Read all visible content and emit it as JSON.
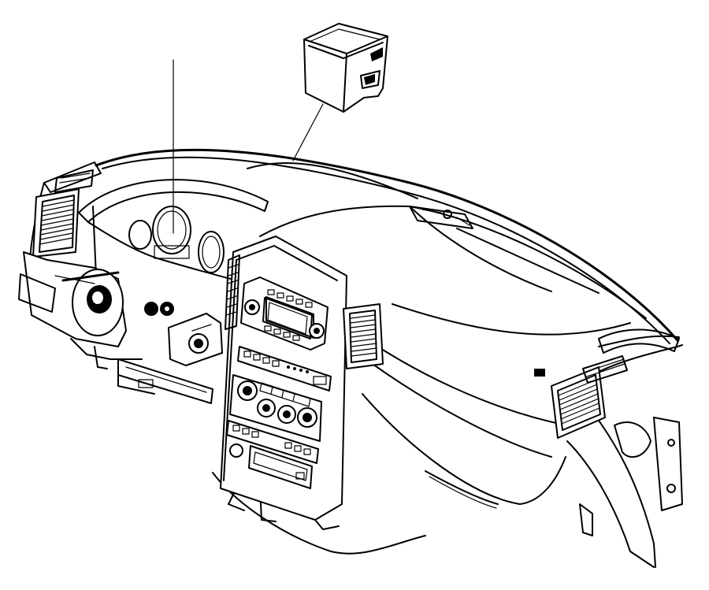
{
  "diagram": {
    "parts": [
      {
        "name": "instrument-cluster",
        "leader": true
      },
      {
        "name": "control-module",
        "leader": true
      },
      {
        "name": "instrument-panel"
      },
      {
        "name": "radio-head-unit"
      },
      {
        "name": "hvac-control"
      },
      {
        "name": "steering-column"
      },
      {
        "name": "ignition-switch"
      },
      {
        "name": "glove-box"
      },
      {
        "name": "side-air-vent"
      },
      {
        "name": "center-air-vent"
      }
    ],
    "line_color": "#000000",
    "background": "#ffffff"
  }
}
